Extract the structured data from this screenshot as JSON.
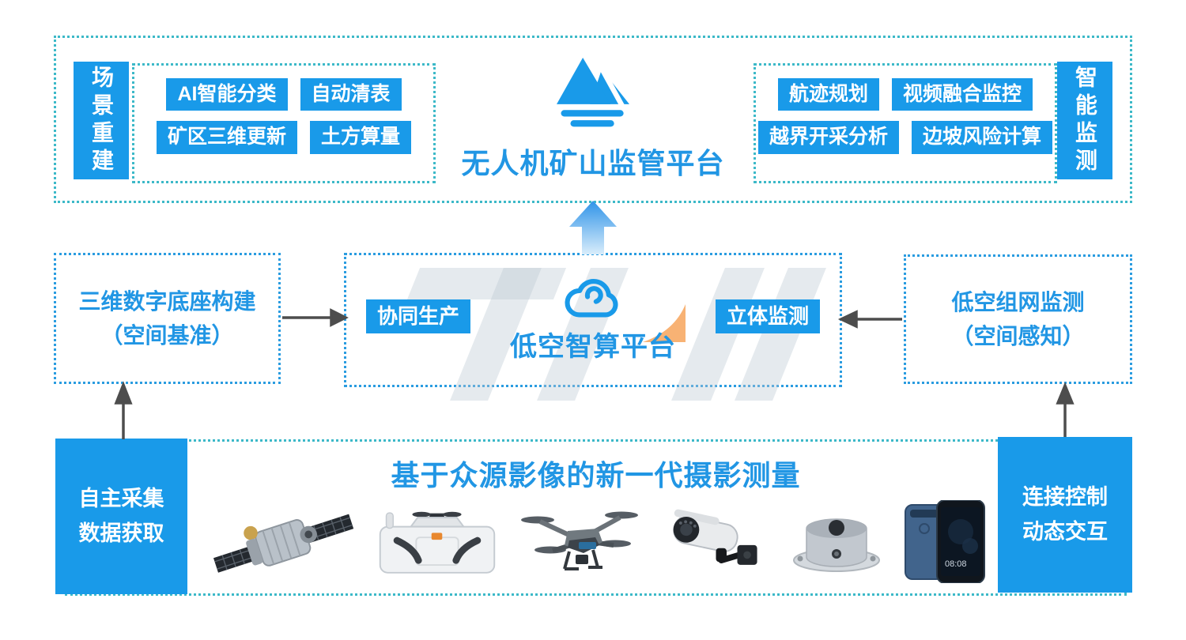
{
  "top_section": {
    "left_vertical_label": "场景重建",
    "left_tags": [
      "AI智能分类",
      "自动清表",
      "矿区三维更新",
      "土方算量"
    ],
    "platform_title": "无人机矿山监管平台",
    "platform_icon": "mountain-icon",
    "right_tags": [
      "航迹规划",
      "视频融合监控",
      "越界开采分析",
      "边坡风险计算"
    ],
    "right_vertical_label": "智能监测"
  },
  "middle_section": {
    "left_box": {
      "line1": "三维数字底座构建",
      "line2": "（空间基准）"
    },
    "center_box": {
      "left_tag": "协同生产",
      "cloud_icon": "cloud-icon",
      "title": "低空智算平台",
      "right_tag": "立体监测"
    },
    "right_box": {
      "line1": "低空组网监测",
      "line2": "（空间感知）"
    }
  },
  "bottom_section": {
    "title": "基于众源影像的新一代摄影测量",
    "left_box": {
      "line1": "自主采集",
      "line2": "数据获取"
    },
    "right_box": {
      "line1": "连接控制",
      "line2": "动态交互"
    },
    "devices": [
      "satellite",
      "drone-dock",
      "quadcopter",
      "surveillance-camera",
      "sensor-base",
      "smartphone"
    ],
    "phone_time": "08:08"
  },
  "colors": {
    "primary_blue": "#199ae9",
    "title_blue": "#2196e4",
    "teal_dot_border": "#3cb9c8",
    "blue_dot_border": "#2a9ce0",
    "arrow_gray": "#4d4d4d",
    "watermark_orange": "#f7a45c"
  }
}
